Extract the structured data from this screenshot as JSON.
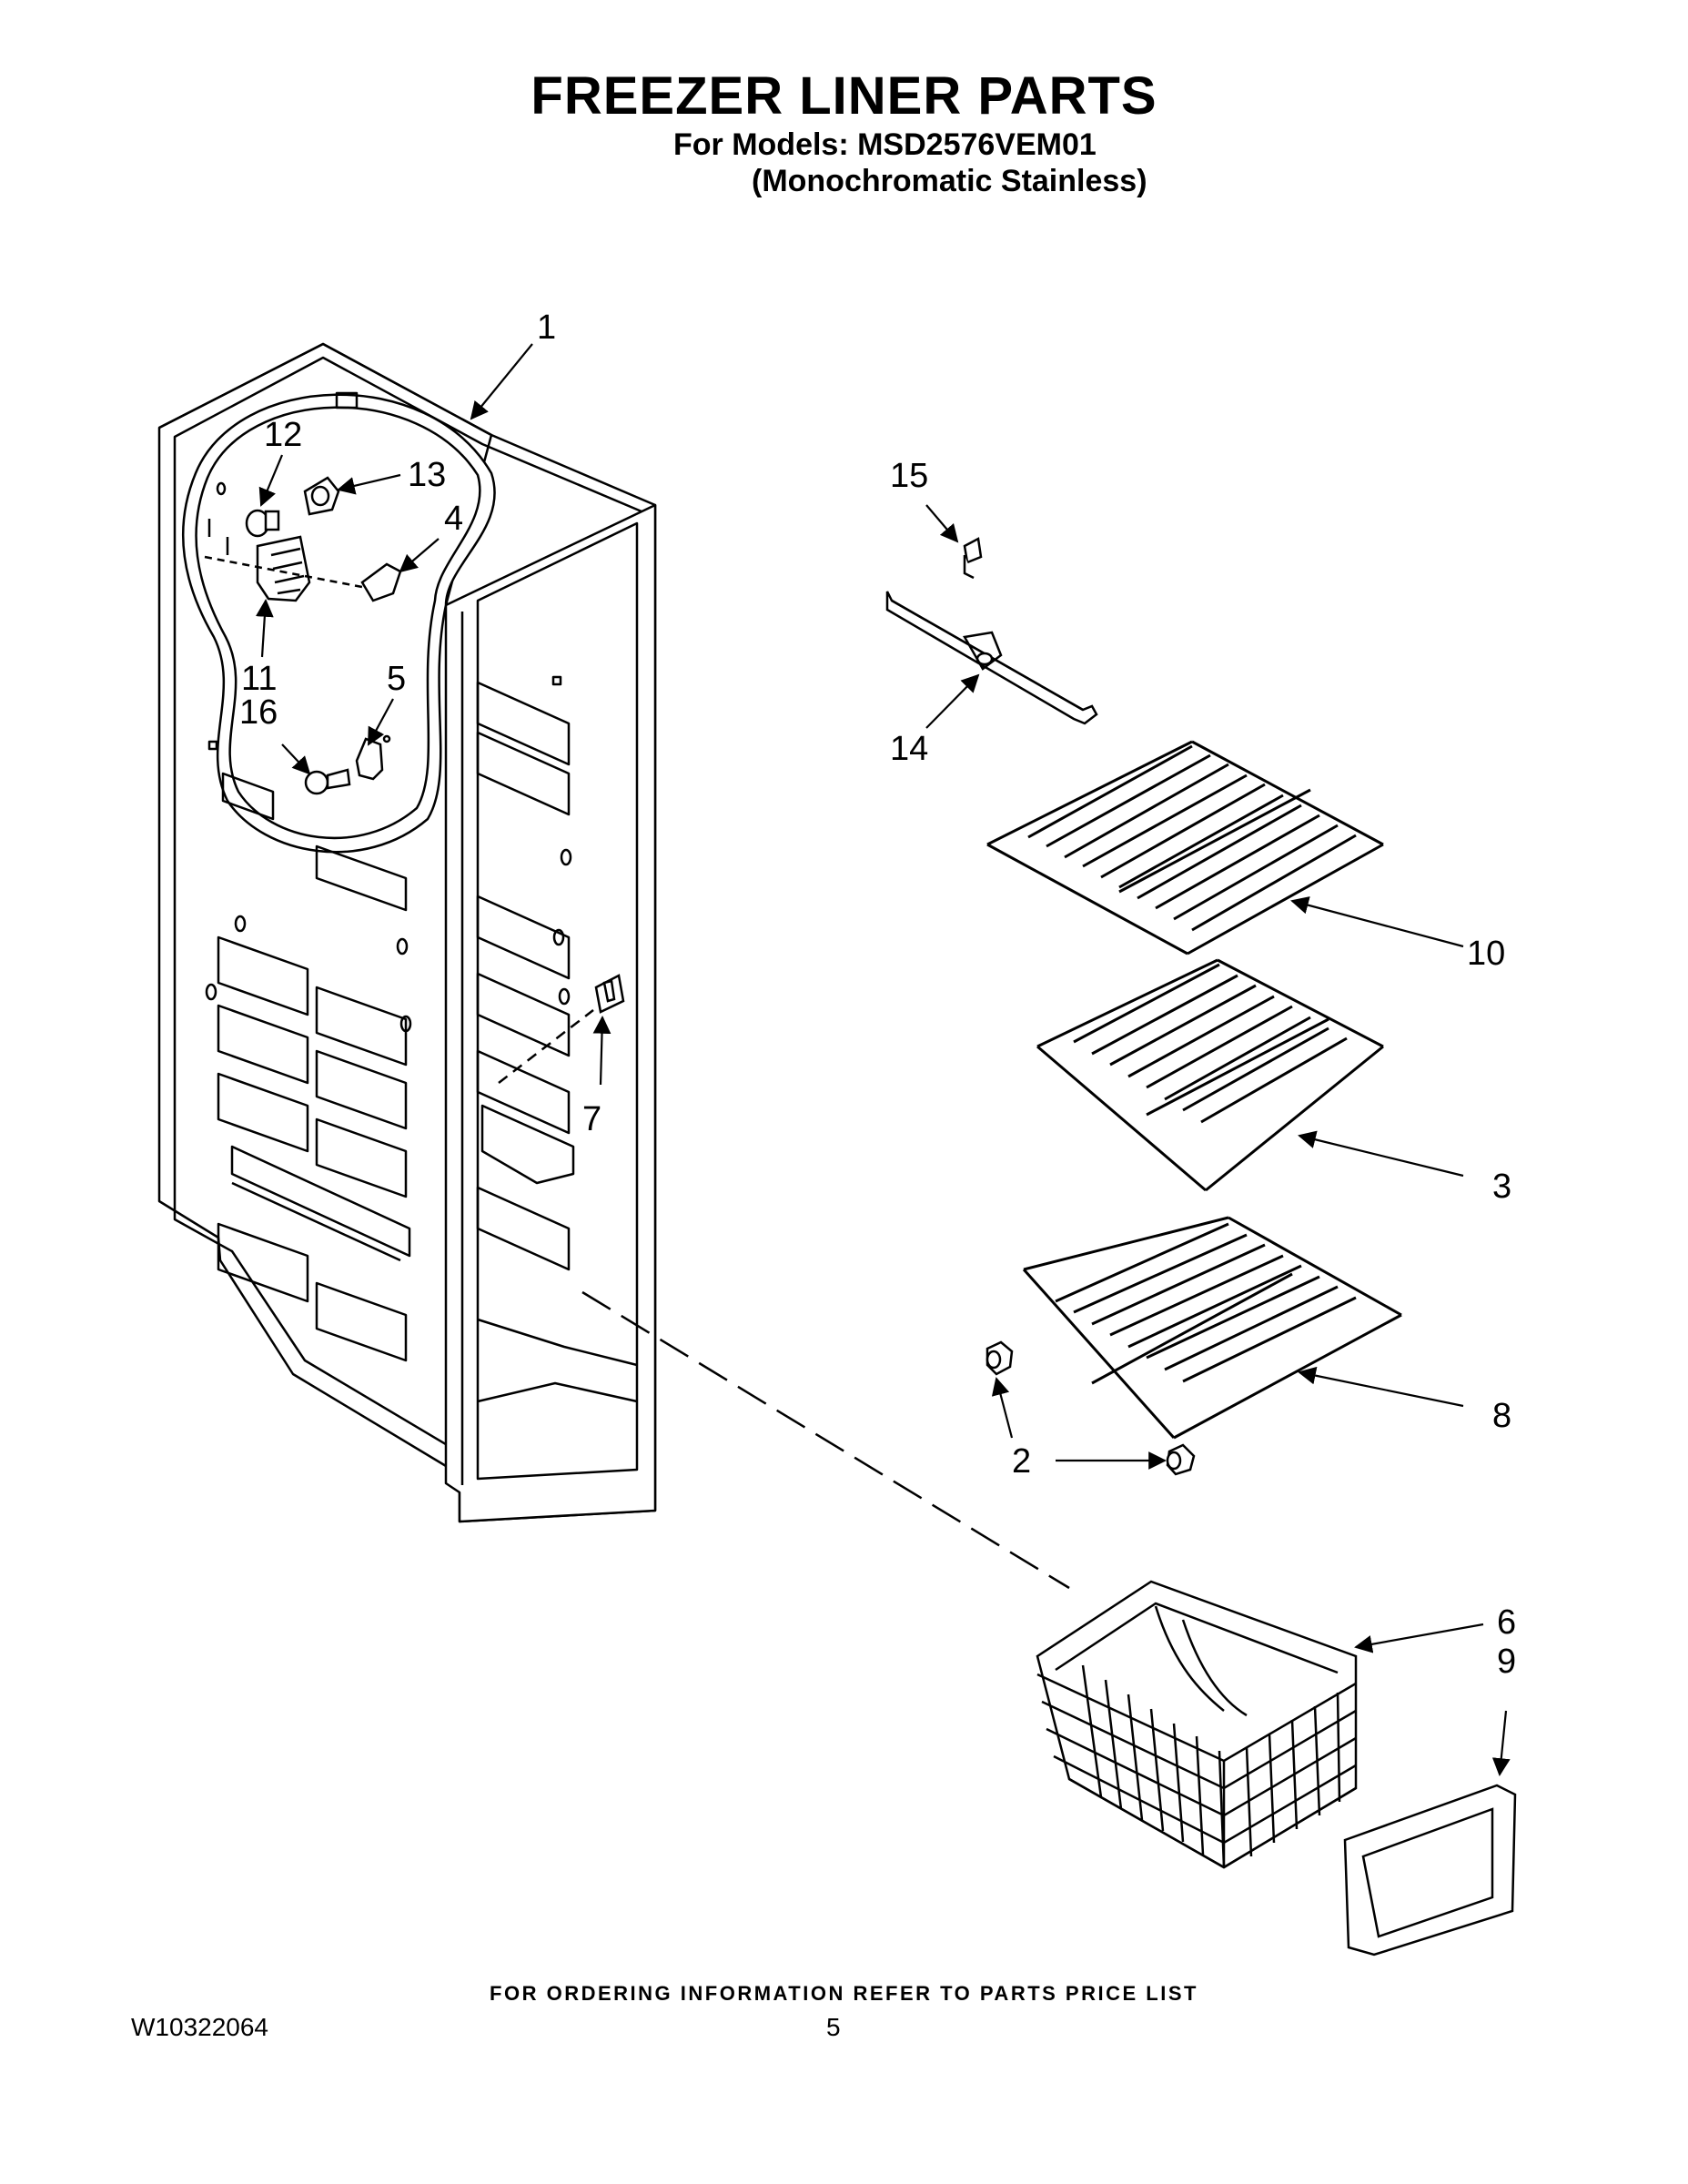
{
  "header": {
    "title": "FREEZER LINER PARTS",
    "models": "For Models: MSD2576VEM01",
    "variant": "(Monochromatic Stainless)"
  },
  "callouts": [
    "1",
    "12",
    "13",
    "4",
    "11",
    "16",
    "5",
    "7",
    "15",
    "14",
    "10",
    "3",
    "8",
    "2",
    "6",
    "9"
  ],
  "footer": {
    "note": "FOR ORDERING INFORMATION REFER TO PARTS PRICE LIST",
    "doc_number": "W10322064",
    "page_number": "5"
  }
}
